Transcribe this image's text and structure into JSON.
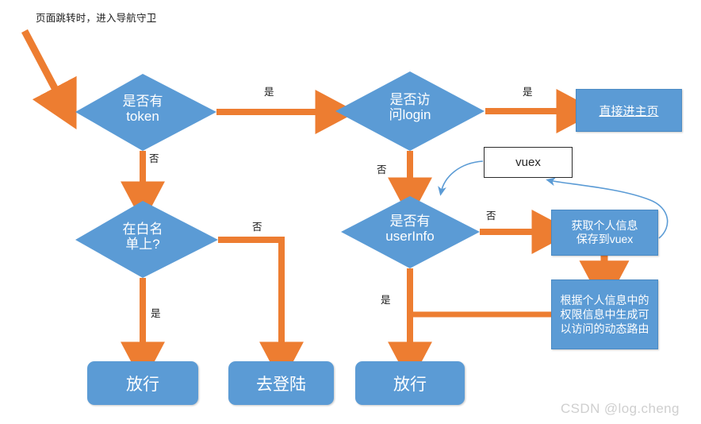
{
  "meta": {
    "caption": "页面跳转时，进入导航守卫",
    "watermark": "CSDN @log.cheng"
  },
  "colors": {
    "node_blue": "#5B9BD5",
    "arrow_orange": "#ED7D31",
    "curve_blue": "#5B9BD5",
    "text_white": "#FFFFFF",
    "text_dark": "#1A1A1A",
    "watermark_gray": "#CFCFCF"
  },
  "nodes": {
    "has_token": {
      "label": "是否有\ntoken",
      "shape": "diamond"
    },
    "visit_login": {
      "label": "是否访\n问login",
      "shape": "diamond"
    },
    "in_whitelist": {
      "label": "在白名\n单上?",
      "shape": "diamond"
    },
    "has_userinfo": {
      "label": "是否有\nuserInfo",
      "shape": "diamond"
    },
    "go_home": {
      "label": "直接进主页",
      "shape": "rect"
    },
    "vuex": {
      "label": "vuex",
      "shape": "rect-plain"
    },
    "fetch_userinfo": {
      "label": "获取个人信息\n保存到vuex",
      "shape": "rect"
    },
    "gen_routes": {
      "label": "根据个人信息中的\n权限信息中生成可\n以访问的动态路由",
      "shape": "rect"
    },
    "pass_left": {
      "label": "放行",
      "shape": "round-rect"
    },
    "go_login": {
      "label": "去登陆",
      "shape": "round-rect"
    },
    "pass_mid": {
      "label": "放行",
      "shape": "round-rect"
    }
  },
  "edge_labels": {
    "token_yes": "是",
    "token_no": "否",
    "login_yes": "是",
    "login_no": "否",
    "whitelist_no": "否",
    "whitelist_yes": "是",
    "userinfo_no": "否",
    "userinfo_yes": "是"
  }
}
